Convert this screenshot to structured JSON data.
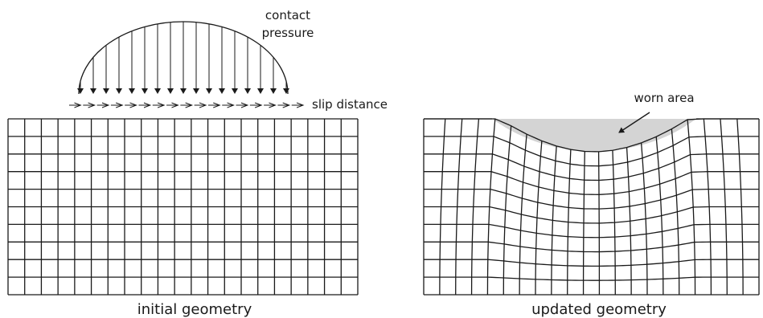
{
  "diagram": {
    "labels": {
      "contact_pressure_line1": "contact",
      "contact_pressure_line2": "pressure",
      "slip_distance": "slip distance",
      "worn_area": "worn area",
      "initial_caption": "initial geometry",
      "updated_caption": "updated geometry"
    },
    "colors": {
      "line": "#1a1a1a",
      "worn_fill": "#d4d4d4",
      "background": "#ffffff"
    },
    "mesh": {
      "columns": 21,
      "rows": 10
    },
    "pressure_arrow_count": 17,
    "slip_arrow_count": 17
  }
}
